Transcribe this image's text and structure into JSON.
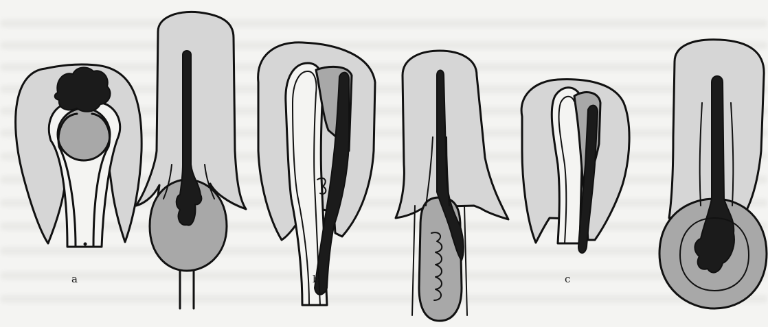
{
  "figure": {
    "labels": {
      "a": "a",
      "b": "b",
      "c": "c"
    }
  },
  "colors": {
    "stroke": "#111111",
    "sac_light": "#d6d6d6",
    "sac_mid": "#a8a8a8",
    "lumen_dark": "#1b1b1b",
    "page": "#f4f4f2"
  }
}
